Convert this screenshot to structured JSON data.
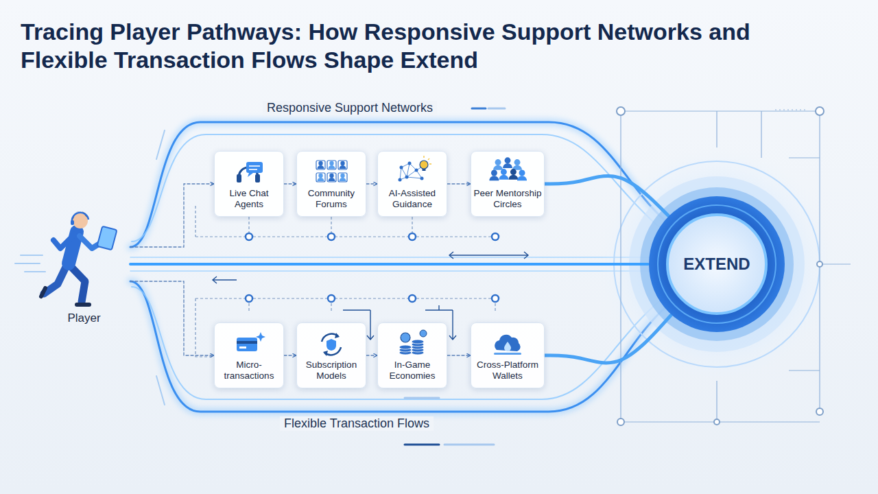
{
  "diagram": {
    "title": "Tracing Player Pathways: How Responsive Support Networks and Flexible Transaction Flows Shape Extend",
    "nodes": [
      {
        "text": [
          "Player"
        ]
      },
      {
        "text": [
          "Live Chat Agents"
        ]
      },
      {
        "text": [
          "Community Forums"
        ]
      },
      {
        "text": [
          "AI-Assisted Guidance"
        ]
      },
      {
        "text": [
          "Peer Mentorship Circles"
        ]
      },
      {
        "text": [
          "Micro-transactions"
        ]
      },
      {
        "text": [
          "Subscription Models"
        ]
      },
      {
        "text": [
          "In-Game Economies"
        ]
      },
      {
        "text": [
          "Cross-Platform Wallets"
        ]
      },
      {
        "text": [
          "EXTEND"
        ]
      }
    ],
    "edges": [
      {
        "from": 0,
        "to": 1,
        "arrow": "to"
      },
      {
        "from": 1,
        "to": 2,
        "arrow": "to"
      },
      {
        "from": 2,
        "to": 3,
        "arrow": "to"
      },
      {
        "from": 3,
        "to": 4,
        "arrow": "to"
      },
      {
        "from": 4,
        "to": 9,
        "arrow": "none"
      },
      {
        "from": 0,
        "to": 5,
        "arrow": "to"
      },
      {
        "from": 5,
        "to": 6,
        "arrow": "to"
      },
      {
        "from": 6,
        "to": 7,
        "arrow": "to"
      },
      {
        "from": 7,
        "to": 8,
        "arrow": "to"
      },
      {
        "from": 8,
        "to": 9,
        "arrow": "none"
      },
      {
        "from": 0,
        "to": 9,
        "arrow": "none"
      }
    ],
    "labels": [
      "Responsive Support Networks",
      "Flexible Transaction Flows"
    ]
  }
}
